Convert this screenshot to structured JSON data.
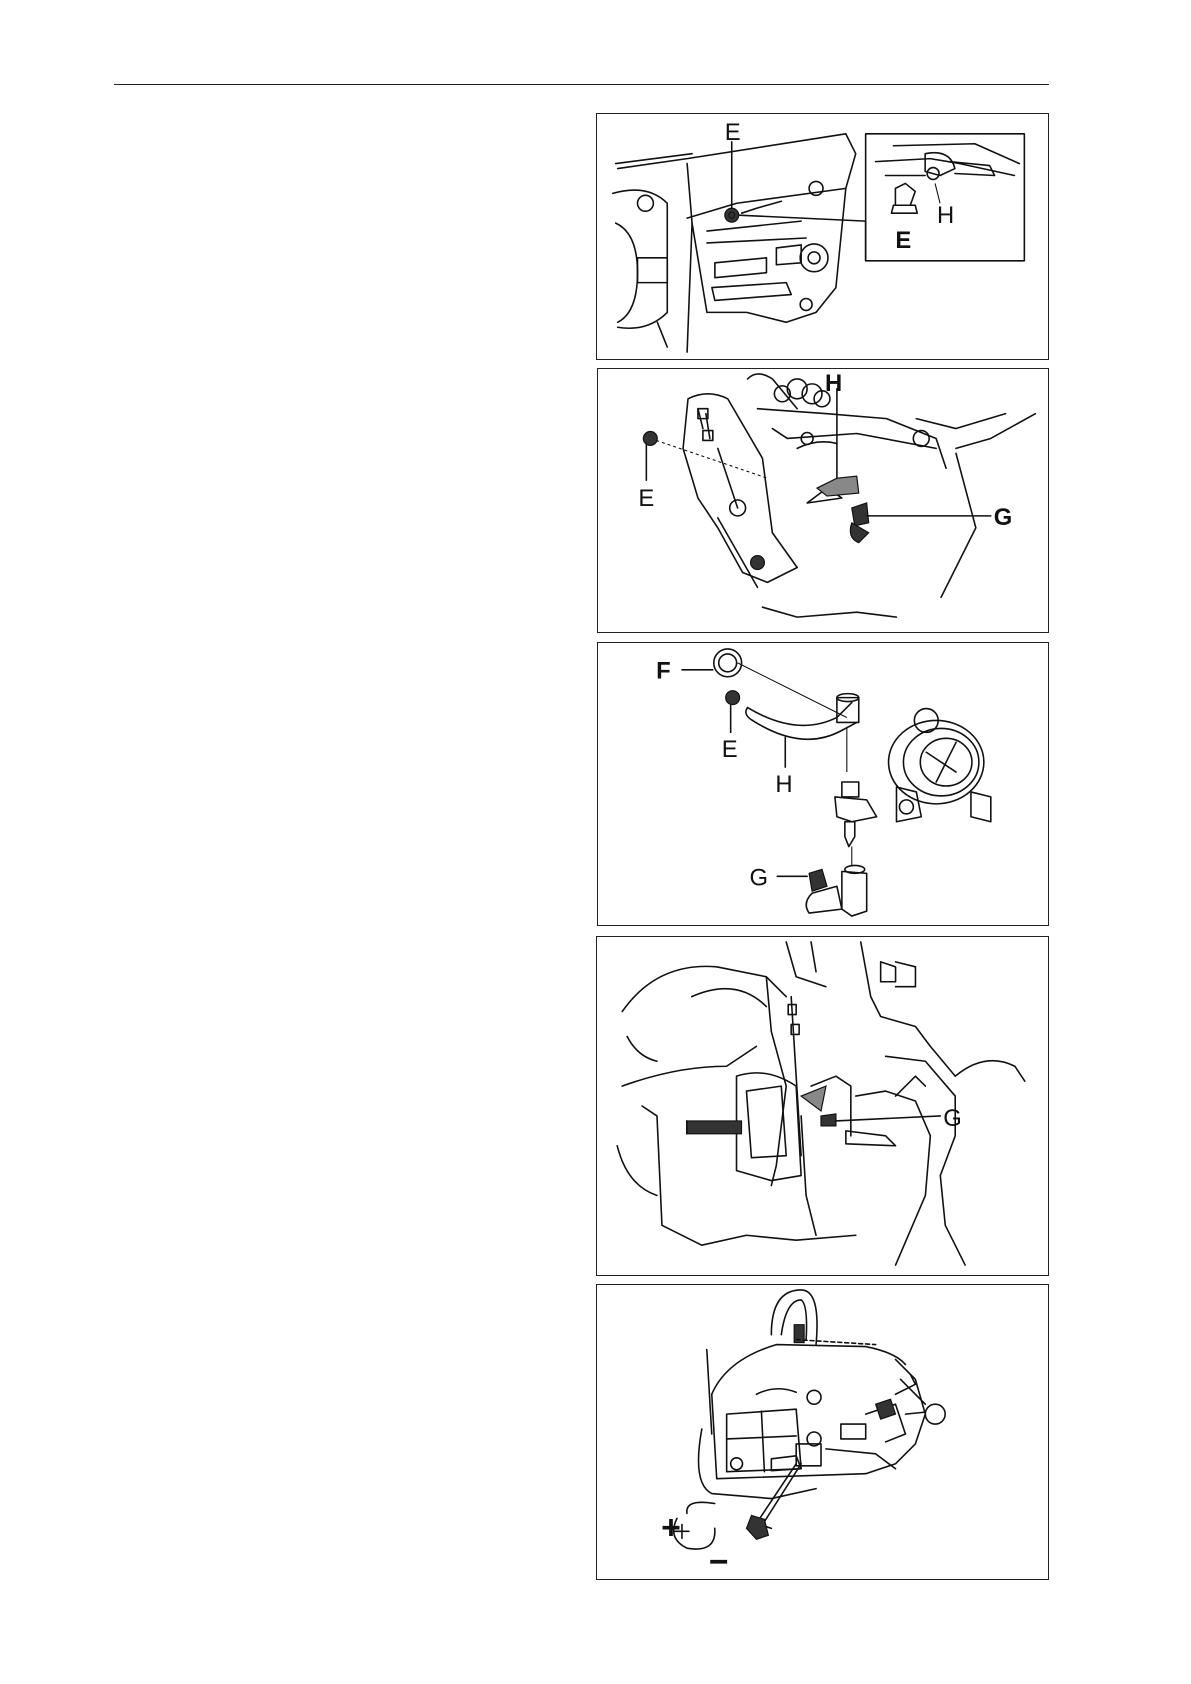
{
  "figures": [
    {
      "id": "fig1",
      "labels": {
        "e_top": "E",
        "h": "H",
        "e_inset": "E"
      }
    },
    {
      "id": "fig2",
      "labels": {
        "h": "H",
        "e": "E",
        "g": "G"
      }
    },
    {
      "id": "fig3",
      "labels": {
        "f": "F",
        "e": "E",
        "h": "H",
        "g": "G"
      }
    },
    {
      "id": "fig4",
      "labels": {
        "g": "G"
      }
    },
    {
      "id": "fig5",
      "labels": {
        "plus": "+",
        "minus": "−"
      }
    }
  ],
  "colors": {
    "line": "#111111",
    "frame": "#222222",
    "paper": "#ffffff",
    "shade": "#888888"
  }
}
